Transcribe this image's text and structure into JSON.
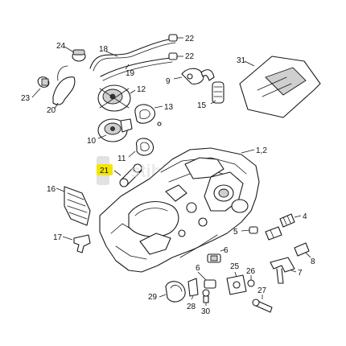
{
  "diagram": {
    "watermark_text": "stihl",
    "highlight_color": "#f2e600",
    "labels": {
      "p24": "24",
      "p18": "18",
      "p22a": "22",
      "p22b": "22",
      "p19": "19",
      "p31": "31",
      "p23": "23",
      "p12": "12",
      "p9": "9",
      "p20": "20",
      "p13": "13",
      "p15": "15",
      "p10": "10",
      "p11": "11",
      "p12_sub": "1,2",
      "p21": "21",
      "p16": "16",
      "p4": "4",
      "p5": "5",
      "p17": "17",
      "p6a": "6",
      "p8": "8",
      "p6b": "6",
      "p25": "25",
      "p7": "7",
      "p26": "26",
      "p29": "29",
      "p28": "28",
      "p27": "27",
      "p30": "30"
    }
  }
}
